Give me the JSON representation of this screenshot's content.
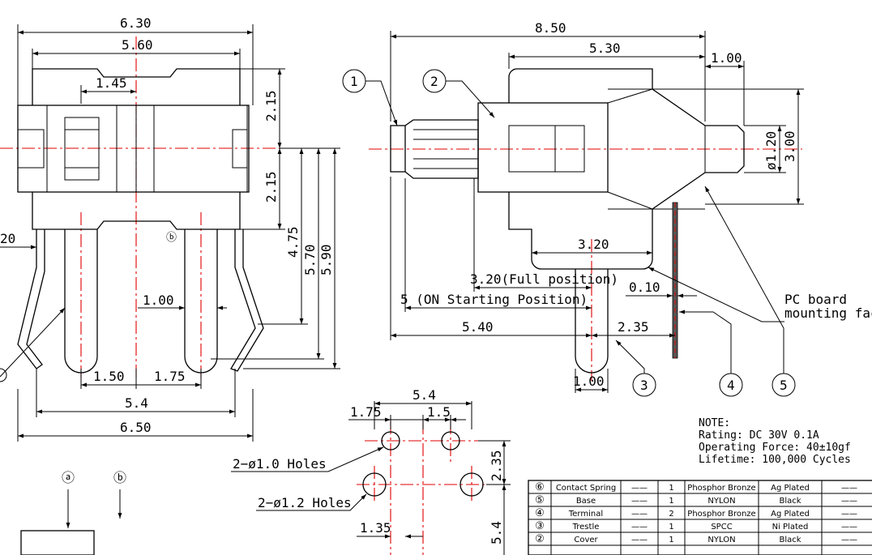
{
  "front_view": {
    "dims": {
      "overall_width": "6.30",
      "body_width": "5.60",
      "slot_offset": "1.45",
      "upper_height": "2.15",
      "lower_height": "2.15",
      "h1": "4.75",
      "h2": "5.70",
      "h3": "5.90",
      "lead_gap": "1.00",
      "left_partial": "20",
      "pitch_a": "1.50",
      "pitch_b": "1.75",
      "pitch_total": "5.4",
      "base_width": "6.50"
    },
    "marker_b": "ⓑ"
  },
  "side_view": {
    "dims": {
      "overall_length": "8.50",
      "body_length": "5.30",
      "tip_length": "1.00",
      "diameter": "ø1.20",
      "height": "3.00",
      "base_length": "3.20",
      "full_position": "3.20(Full position)",
      "on_start": "5 (ON Starting Position)",
      "terminal_thickness": "0.10",
      "total_length": "5.40",
      "terminal_offset": "2.35",
      "trestle_width": "1.00"
    },
    "callouts": [
      "1",
      "2",
      "3",
      "4",
      "5"
    ],
    "pc_board_label_1": "PC board",
    "pc_board_label_2": "mounting face"
  },
  "hole_pattern": {
    "dims": {
      "width": "5.4",
      "left": "1.75",
      "pitch": "1.5",
      "vertical": "2.35",
      "lower": "1.35",
      "vertical2": "5.4"
    },
    "holes_small": "2−ø1.0  Holes",
    "holes_large": "2−ø1.2  Holes"
  },
  "legend": {
    "marker_a": "ⓐ",
    "marker_b": "ⓑ"
  },
  "notes": {
    "title": "NOTE:",
    "rating": "Rating: DC 30V 0.1A",
    "force": "Operating Force: 40±10gf",
    "lifetime": "Lifetime: 100,000 Cycles"
  },
  "bom": {
    "rows": [
      {
        "num": "⑥",
        "part": "Contact Spring",
        "dash": "——",
        "qty": "1",
        "material": "Phosphor Bronze",
        "finish": "Ag Plated",
        "note": "——"
      },
      {
        "num": "⑤",
        "part": "Base",
        "dash": "——",
        "qty": "1",
        "material": "NYLON",
        "finish": "Black",
        "note": "——"
      },
      {
        "num": "④",
        "part": "Terminal",
        "dash": "——",
        "qty": "2",
        "material": "Phosphor Bronze",
        "finish": "Ag Plated",
        "note": "——"
      },
      {
        "num": "③",
        "part": "Trestle",
        "dash": "——",
        "qty": "1",
        "material": "SPCC",
        "finish": "Ni Plated",
        "note": "——"
      },
      {
        "num": "②",
        "part": "Cover",
        "dash": "——",
        "qty": "1",
        "material": "NYLON",
        "finish": "Black",
        "note": "——"
      }
    ]
  }
}
